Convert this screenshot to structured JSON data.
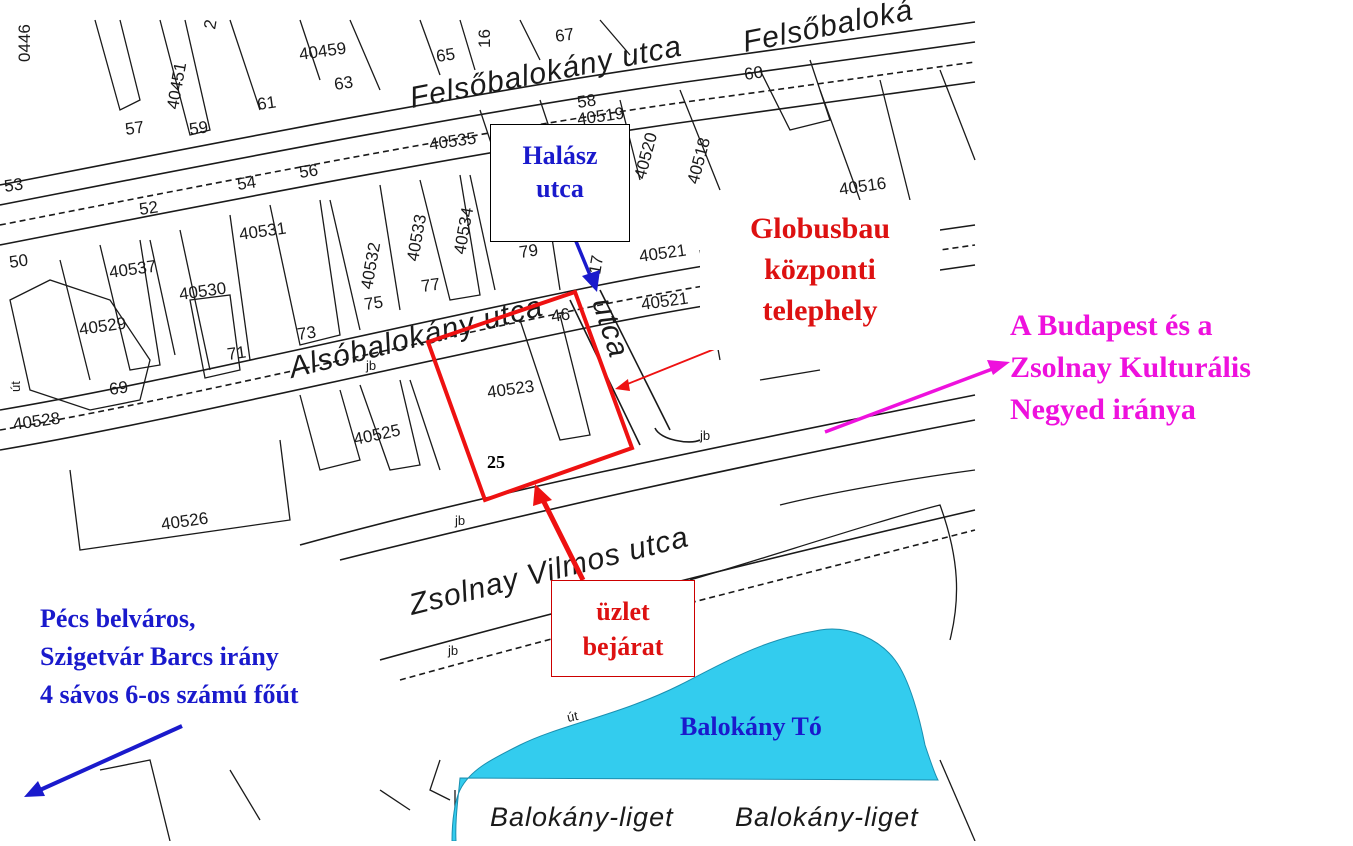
{
  "annotations": {
    "halasz": {
      "line1": "Halász",
      "line2": "utca"
    },
    "globusbau": {
      "line1": "Globusbau",
      "line2": "központi",
      "line3": "telephely"
    },
    "budapest": {
      "line1": "A Budapest és a",
      "line2": "Zsolnay Kulturális",
      "line3": "Negyed iránya"
    },
    "uzlet": {
      "line1": "üzlet",
      "line2": "bejárat"
    },
    "pecs": {
      "line1": "Pécs belváros,",
      "line2": "Szigetvár Barcs irány",
      "line3": "4 sávos 6-os számú főút"
    },
    "lake": "Balokány Tó",
    "plot_number": "25"
  },
  "streets": {
    "felsobalokany_1": "Felsőbalokány utca",
    "felsobalokany_2": "Felsőbaloká",
    "alsobalokany": "Alsóbalokány utca",
    "utca": "utca",
    "zsolnay": "Zsolnay Vilmos utca",
    "liget_1": "Balokány-liget",
    "liget_2": "Balokány-liget"
  },
  "parcels": {
    "p40446": "0446",
    "p2": "2",
    "p40459": "40459",
    "p65": "65",
    "p67": "67",
    "p16": "16",
    "p40451": "40451",
    "p63": "63",
    "p61": "61",
    "p57": "57",
    "p59": "59",
    "p58": "58",
    "p40519": "40519",
    "p60": "60",
    "p53": "53",
    "p56": "56",
    "p54": "54",
    "p40535": "40535",
    "p40520": "40520",
    "p40518": "40518",
    "p40516": "40516",
    "p52": "52",
    "p40531": "40531",
    "p40532": "40532",
    "p40533": "40533",
    "p40534": "40534",
    "p79": "79",
    "p17": "17",
    "p40537": "40537",
    "p50": "50",
    "p40530": "40530",
    "p75": "75",
    "p77": "77",
    "p40521a": "40521",
    "p40521b": "40521",
    "p40529": "40529",
    "p73": "73",
    "p71": "71",
    "p46": "46",
    "p69": "69",
    "p40528": "40528",
    "p40525": "40525",
    "p40523": "40523",
    "p40526": "40526",
    "pjb1": "jb",
    "pjb2": "jb",
    "pjb3": "jb",
    "pjb4": "jb",
    "put1": "út",
    "put2": "út"
  },
  "colors": {
    "map_line": "#1a1a1a",
    "lake": "#33ccee",
    "red": "#ee1111",
    "blue": "#1a1acc",
    "magenta": "#ee11dd"
  }
}
